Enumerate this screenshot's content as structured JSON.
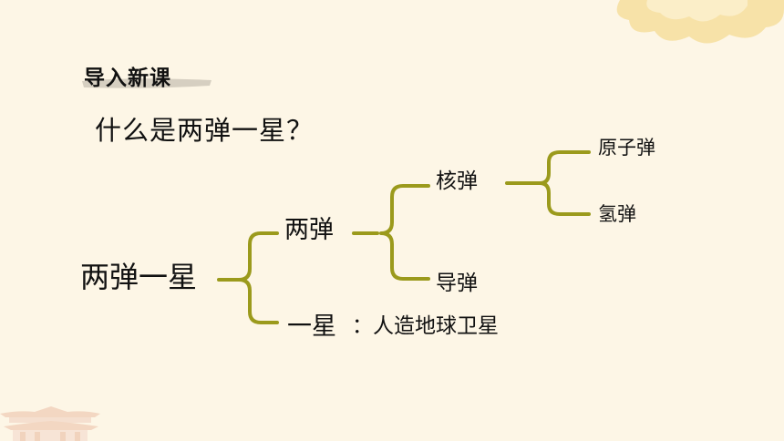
{
  "slide": {
    "section_title": "导入新课",
    "question": "什么是两弹一星？",
    "colors": {
      "background": "#fdf6e6",
      "bracket": "#9b9a1c",
      "cloud": "#f6dfa0",
      "brush": "#c9c2b3"
    }
  },
  "tree": {
    "root": "两弹一星",
    "liangdan": "两弹",
    "yixing": "一星",
    "satellite": "：人造地球卫星",
    "hedan": "核弹",
    "daodan": "导弹",
    "yuanzidan": "原子弹",
    "qingdan": "氢弹"
  }
}
